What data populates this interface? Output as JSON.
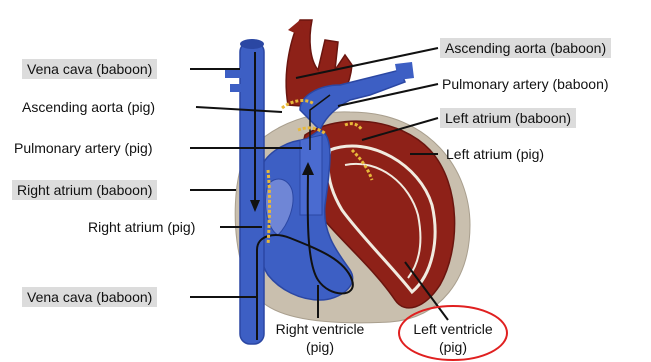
{
  "labels": {
    "vena_cava_top": "Vena cava (baboon)",
    "ascending_aorta_pig": "Ascending aorta (pig)",
    "pulmonary_artery_pig": "Pulmonary artery (pig)",
    "right_atrium_baboon": "Right atrium (baboon)",
    "right_atrium_pig": "Right atrium (pig)",
    "vena_cava_bottom": "Vena cava (baboon)",
    "ascending_aorta_baboon": "Ascending aorta (baboon)",
    "pulmonary_artery_baboon": "Pulmonary artery (baboon)",
    "left_atrium_baboon": "Left atrium (baboon)",
    "left_atrium_pig": "Left atrium (pig)",
    "right_ventricle_pig_line1": "Right ventricle",
    "right_ventricle_pig_line2": "(pig)",
    "left_ventricle_pig_line1": "Left ventricle",
    "left_ventricle_pig_line2": "(pig)"
  },
  "colors": {
    "blue_vessel": "#3d5fc4",
    "blue_dark": "#2b47a3",
    "red_muscle": "#8e2118",
    "red_dark": "#6a150f",
    "pericardium": "#c9bfae",
    "suture": "#e8b93a",
    "highlight_circle": "#e02020",
    "label_box": "#dcdcdc"
  },
  "icons": {
    "main": "heart-xenotransplant-diagram"
  }
}
